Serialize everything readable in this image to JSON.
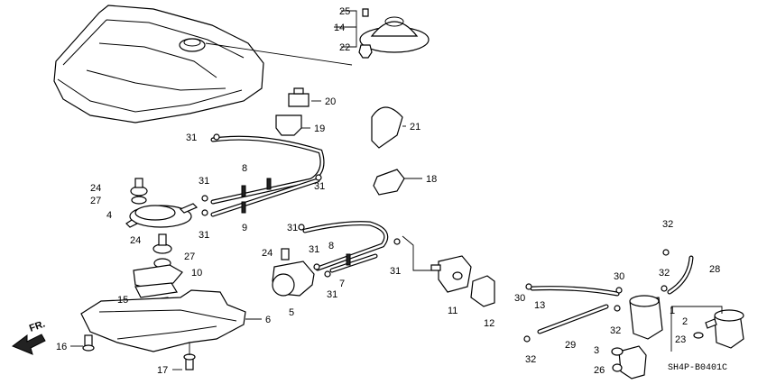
{
  "diagram": {
    "code": "SH4P-B0401C",
    "direction_label": "FR.",
    "callouts": [
      {
        "id": "c1",
        "text": "1"
      },
      {
        "id": "c2",
        "text": "2"
      },
      {
        "id": "c3",
        "text": "3"
      },
      {
        "id": "c4",
        "text": "4"
      },
      {
        "id": "c5",
        "text": "5"
      },
      {
        "id": "c6",
        "text": "6"
      },
      {
        "id": "c7",
        "text": "7"
      },
      {
        "id": "c8a",
        "text": "8"
      },
      {
        "id": "c8b",
        "text": "8"
      },
      {
        "id": "c9",
        "text": "9"
      },
      {
        "id": "c10",
        "text": "10"
      },
      {
        "id": "c11",
        "text": "11"
      },
      {
        "id": "c12",
        "text": "12"
      },
      {
        "id": "c13",
        "text": "13"
      },
      {
        "id": "c14",
        "text": "14"
      },
      {
        "id": "c15",
        "text": "15"
      },
      {
        "id": "c16",
        "text": "16"
      },
      {
        "id": "c17",
        "text": "17"
      },
      {
        "id": "c18",
        "text": "18"
      },
      {
        "id": "c19",
        "text": "19"
      },
      {
        "id": "c20",
        "text": "20"
      },
      {
        "id": "c21",
        "text": "21"
      },
      {
        "id": "c22",
        "text": "22"
      },
      {
        "id": "c23",
        "text": "23"
      },
      {
        "id": "c24a",
        "text": "24"
      },
      {
        "id": "c24b",
        "text": "24"
      },
      {
        "id": "c24c",
        "text": "24"
      },
      {
        "id": "c25",
        "text": "25"
      },
      {
        "id": "c26",
        "text": "26"
      },
      {
        "id": "c27a",
        "text": "27"
      },
      {
        "id": "c27b",
        "text": "27"
      },
      {
        "id": "c28",
        "text": "28"
      },
      {
        "id": "c29",
        "text": "29"
      },
      {
        "id": "c30a",
        "text": "30"
      },
      {
        "id": "c30b",
        "text": "30"
      },
      {
        "id": "c31a",
        "text": "31"
      },
      {
        "id": "c31b",
        "text": "31"
      },
      {
        "id": "c31c",
        "text": "31"
      },
      {
        "id": "c31d",
        "text": "31"
      },
      {
        "id": "c31e",
        "text": "31"
      },
      {
        "id": "c31f",
        "text": "31"
      },
      {
        "id": "c31g",
        "text": "31"
      },
      {
        "id": "c31h",
        "text": "31"
      },
      {
        "id": "c32a",
        "text": "32"
      },
      {
        "id": "c32b",
        "text": "32"
      },
      {
        "id": "c32c",
        "text": "32"
      },
      {
        "id": "c32d",
        "text": "32"
      }
    ]
  }
}
